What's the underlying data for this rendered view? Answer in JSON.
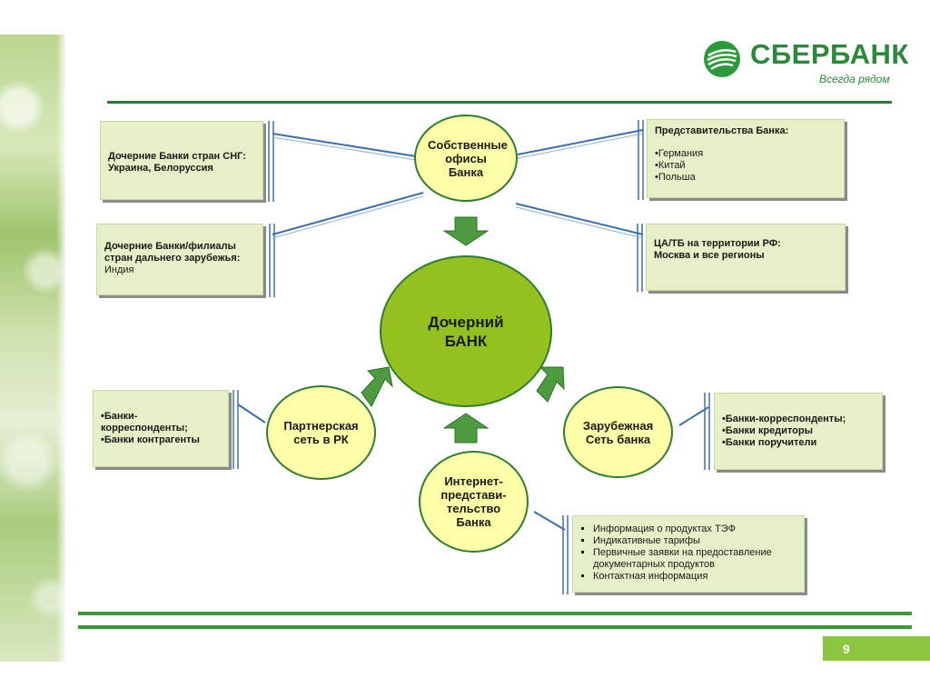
{
  "logo": {
    "name": "СБЕРБАНК",
    "tagline": "Всегда рядом"
  },
  "center": {
    "line1": "Дочерний",
    "line2": "БАНК"
  },
  "nodes": {
    "own_offices": "Собственные офисы Банка",
    "partner_network": "Партнерская сеть в РК",
    "foreign_network": "Зарубежная Сеть банка",
    "internet": "Интернет-представи-тельство Банка"
  },
  "boxes": {
    "cis": {
      "title": "Дочерние Банки стран СНГ:",
      "items": [
        "Украина, Белоруссия"
      ]
    },
    "far_abroad": {
      "title": "Дочерние Банки/филиалы стран дальнего зарубежья:",
      "items": [
        "Индия"
      ]
    },
    "representative": {
      "title": "Представительства Банка:",
      "items": [
        "•Германия",
        "•Китай",
        "•Польша"
      ]
    },
    "ca_tb": {
      "title": "ЦА/ТБ на территории РФ:",
      "items": [
        "Москва и все регионы"
      ]
    },
    "partner_banks": {
      "items": [
        "•Банки-корреспонденты;",
        "•Банки контрагенты"
      ]
    },
    "foreign_banks": {
      "items": [
        "•Банки-корреспонденты;",
        "•Банки кредиторы",
        "•Банки поручители"
      ]
    },
    "internet_info": {
      "items": [
        "Информация о продуктах ТЭФ",
        "Индикативные тарифы",
        "Первичные заявки на предоставление документарных продуктов",
        "Контактная информация"
      ]
    }
  },
  "page_number": "9",
  "colors": {
    "brand_green": "#2a8a3a",
    "center_fill": "#95c11f",
    "node_fill": "#ffffa8",
    "box_fill": "#e6f0c8",
    "arrow": "#4e9a3f",
    "connector": "#3a6fb0"
  }
}
